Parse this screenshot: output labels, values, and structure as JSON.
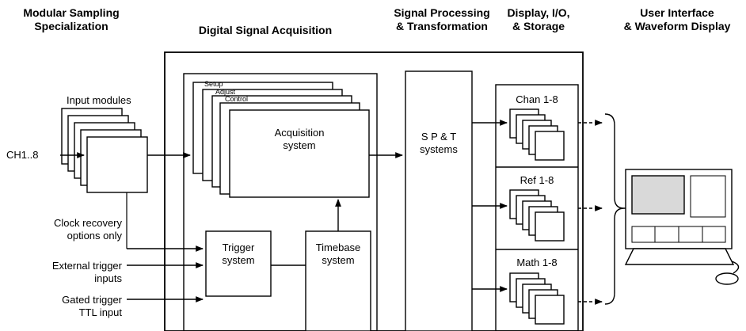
{
  "headers": {
    "modular": [
      "Modular Sampling",
      "Specialization"
    ],
    "acquisition": "Digital Signal Acquisition",
    "processing": [
      "Signal Processing",
      "& Transformation"
    ],
    "display": [
      "Display, I/O,",
      "& Storage"
    ],
    "ui": [
      "User Interface",
      "& Waveform Display"
    ]
  },
  "labels": {
    "input_modules": "Input modules",
    "ch": "CH1..8",
    "clock": [
      "Clock recovery",
      "options only"
    ],
    "ext_trigger": [
      "External trigger",
      "inputs"
    ],
    "gated_trigger": [
      "Gated trigger",
      "TTL input"
    ],
    "stack_titles": [
      "Setup",
      "Adjust",
      "Control"
    ],
    "acquisition": [
      "Acquisition",
      "system"
    ],
    "trigger": [
      "Trigger",
      "system"
    ],
    "timebase": [
      "Timebase",
      "system"
    ],
    "spt": [
      "S P & T",
      "systems"
    ],
    "chan": "Chan 1-8",
    "ref": "Ref 1-8",
    "math": "Math 1-8"
  },
  "colors": {
    "line": "#000000",
    "fill": "#ffffff",
    "screen": "#d9d9d9"
  }
}
